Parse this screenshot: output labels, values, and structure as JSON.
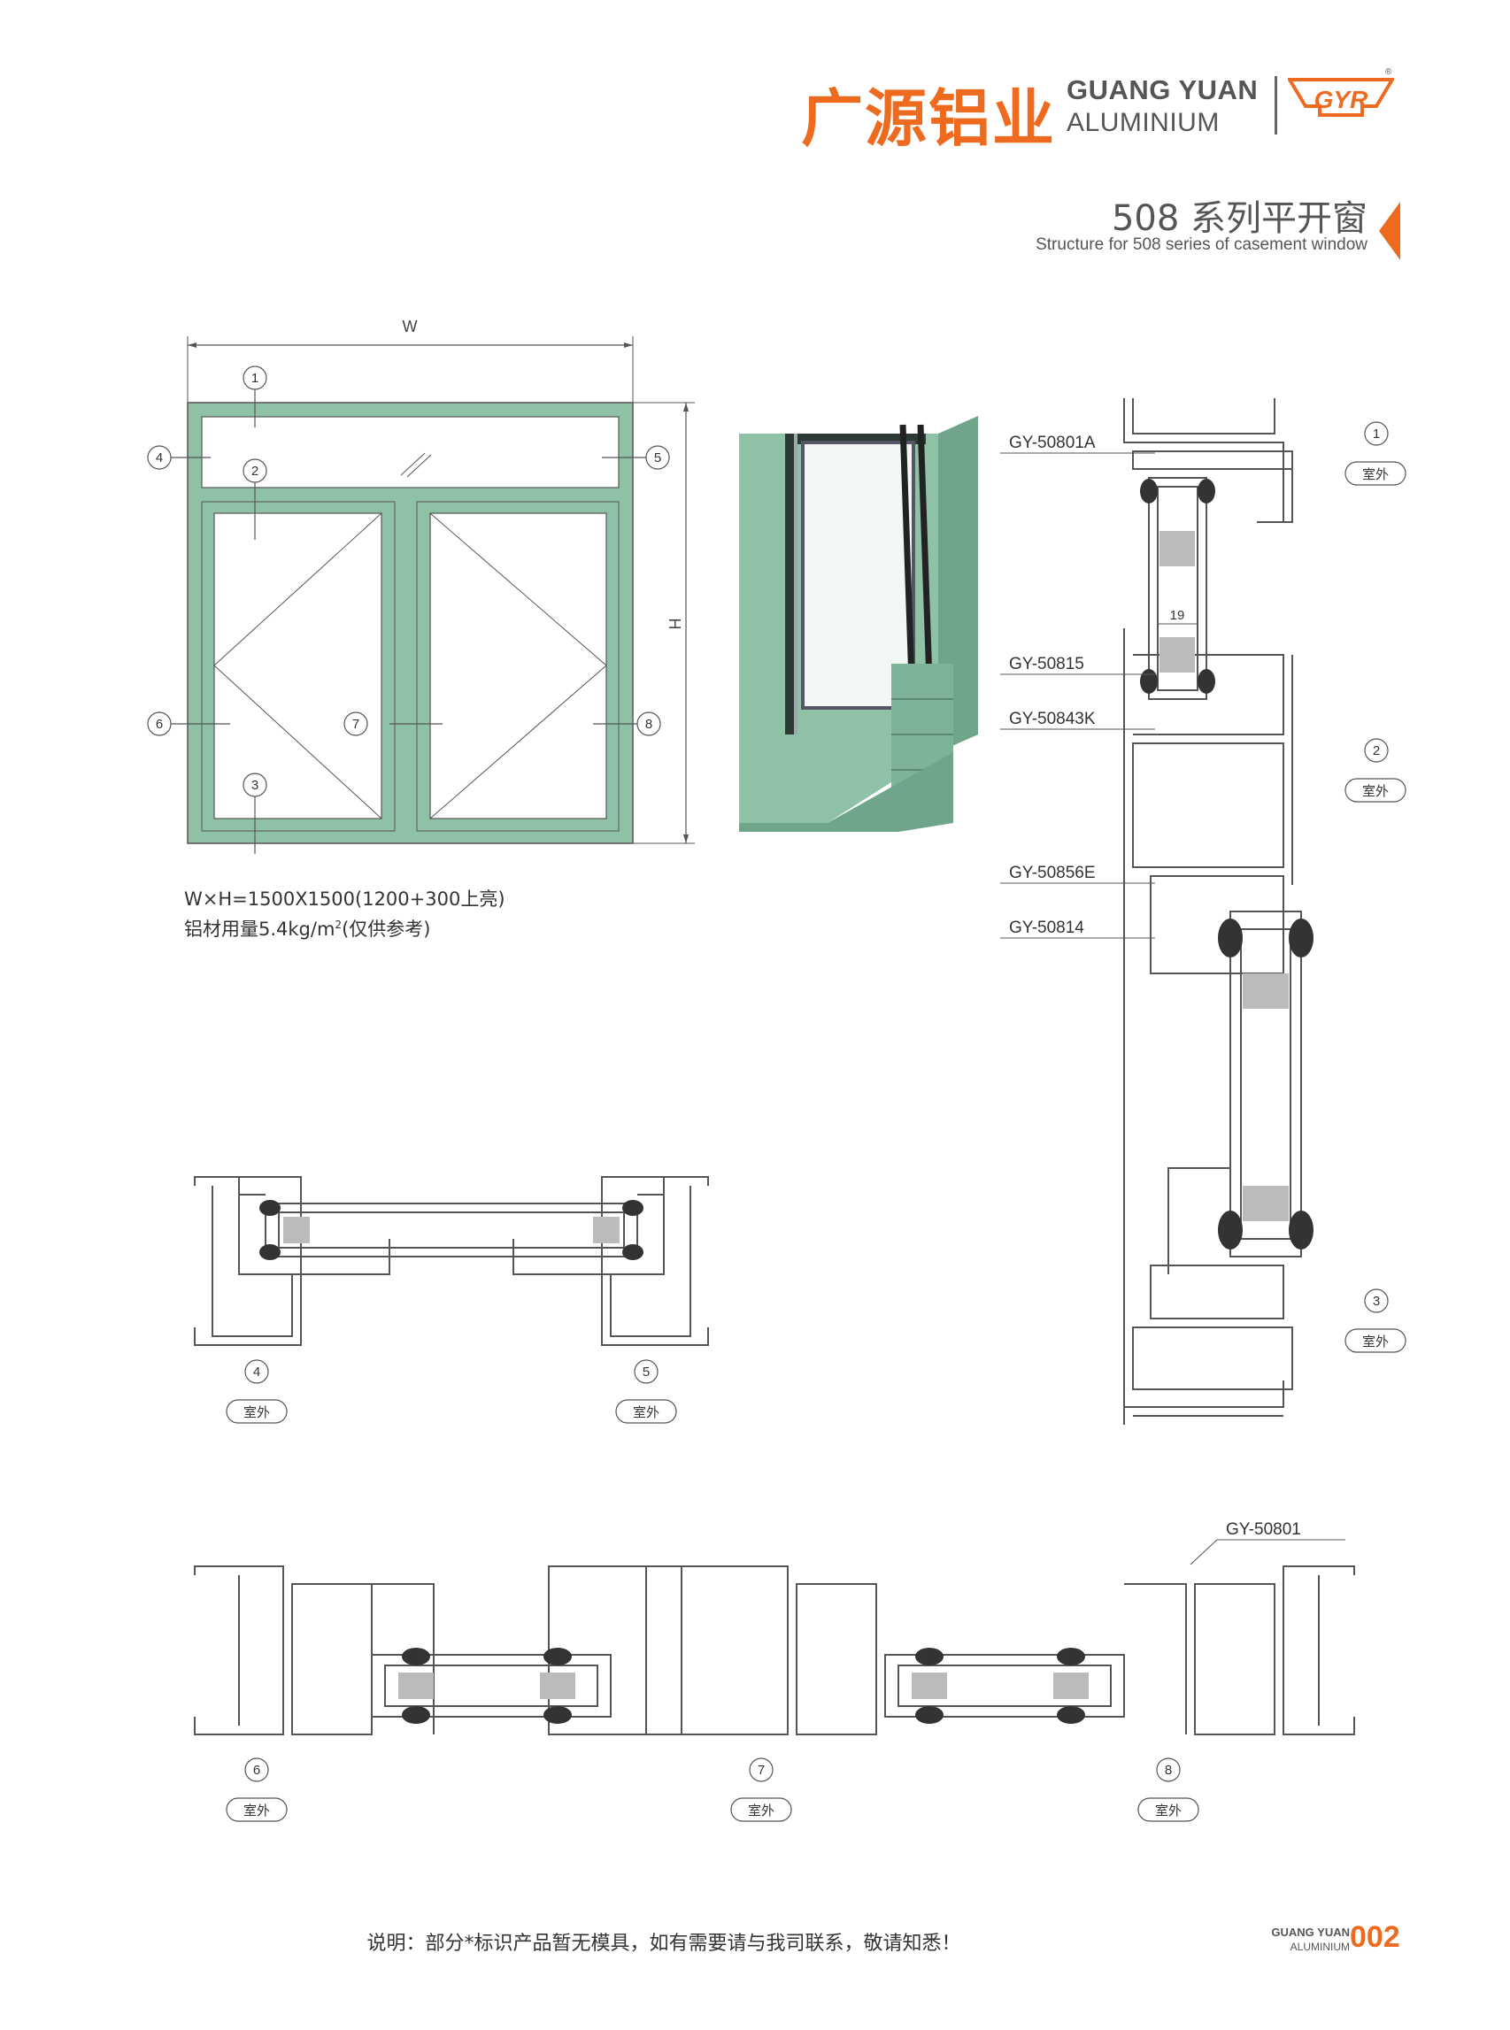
{
  "header": {
    "brand_cn": "广源铝业",
    "brand_en_line1": "GUANG YUAN",
    "brand_en_line2": "ALUMINIUM",
    "registered_mark": "®",
    "logo_letters": "GYR"
  },
  "title": {
    "cn": "508 系列平开窗",
    "en": "Structure for 508 series of casement window"
  },
  "elevation": {
    "width_label": "W",
    "height_label": "H",
    "markers": [
      "1",
      "2",
      "3",
      "4",
      "5",
      "6",
      "7",
      "8"
    ]
  },
  "spec": {
    "line1": "W×H=1500X1500(1200+300上亮)",
    "line2_prefix": "铝材用量5.4kg/m",
    "line2_sup": "2",
    "line2_suffix": "(仅供参考)"
  },
  "profiles": {
    "p1": "GY-50801A",
    "p2": "GY-50815",
    "p3": "GY-50843K",
    "p4": "GY-50856E",
    "p5": "GY-50814",
    "p6": "GY-50801"
  },
  "dimension_19": "19",
  "section_labels": {
    "n1": "1",
    "n2": "2",
    "n3": "3",
    "n4": "4",
    "n5": "5",
    "n6": "6",
    "n7": "7",
    "n8": "8",
    "exterior": "室外"
  },
  "colors": {
    "accent": "#ee6a1f",
    "frame_green": "#8fc1a7",
    "frame_green_dark": "#6fa68a",
    "line": "#555555"
  },
  "footer": {
    "note": "说明：部分*标识产品暂无模具，如有需要请与我司联系，敬请知悉！",
    "brand_en1": "GUANG YUAN",
    "brand_en2": "ALUMINIUM",
    "page_number": "002"
  }
}
